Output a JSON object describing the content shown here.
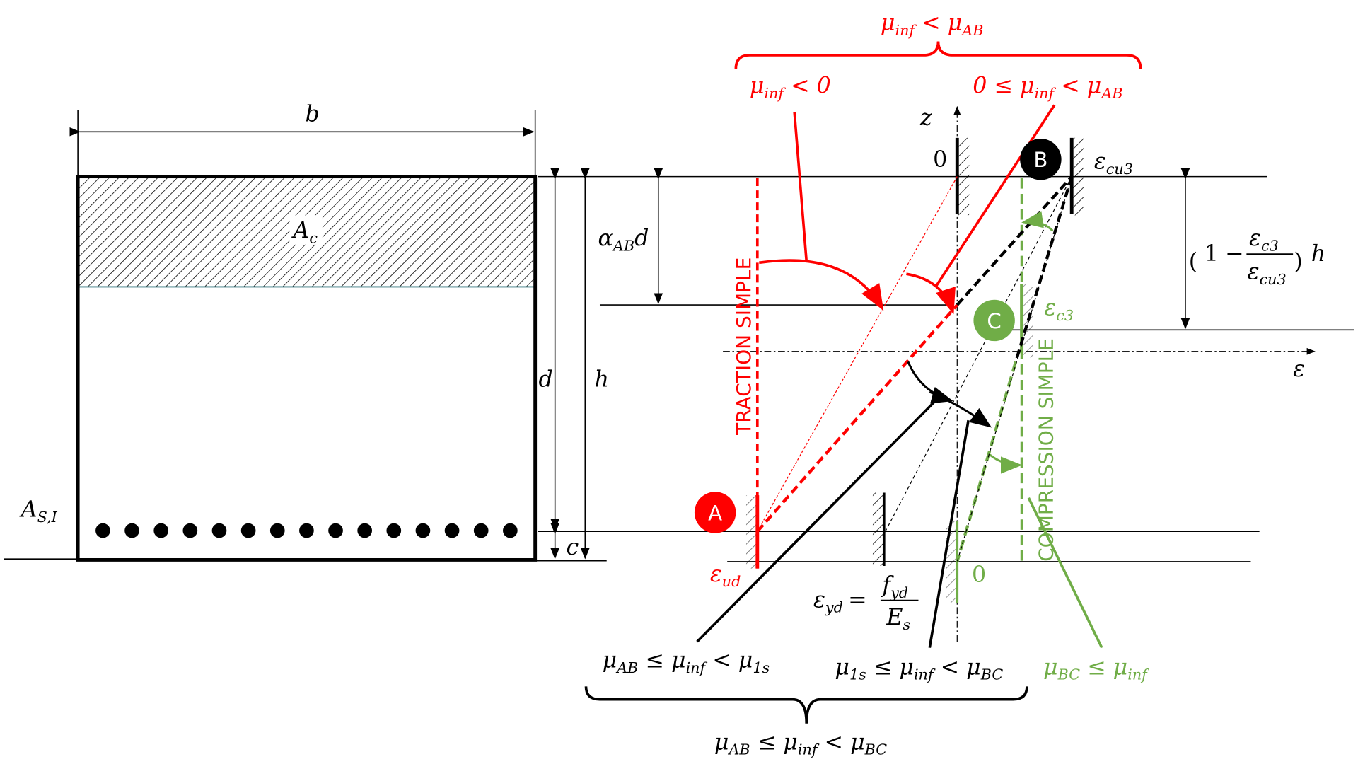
{
  "colors": {
    "red": "#ff0000",
    "green": "#70ad47",
    "black": "#000000"
  },
  "section": {
    "width_label": "b",
    "concrete_area": {
      "main": "A",
      "sub": "c"
    },
    "steel_area": {
      "main": "A",
      "sub": "S,I"
    },
    "effective_depth_label": "d",
    "height_label": "h",
    "cover_label": "c",
    "neutral_axis_depth": {
      "main": "α",
      "sub": "AB",
      "tail": "d"
    },
    "bar_count": 15
  },
  "axes": {
    "z_label": "z",
    "epsilon_label": "ε"
  },
  "pivots": {
    "A": {
      "label": "A",
      "strain": {
        "main": "ε",
        "sub": "ud"
      }
    },
    "B": {
      "label": "B",
      "strain": {
        "main": "ε",
        "sub": "cu3"
      }
    },
    "C": {
      "label": "C",
      "strain": {
        "main": "ε",
        "sub": "c3"
      }
    }
  },
  "supports": {
    "zero_top": "0",
    "zero_bottom": "0"
  },
  "yield_strain": {
    "lhs_main": "ε",
    "lhs_sub": "yd",
    "eq": "=",
    "num_main": "f",
    "num_sub": "yd",
    "den_main": "E",
    "den_sub": "s"
  },
  "c3_offset": {
    "open": "(",
    "one": "1",
    "minus": "−",
    "num_main": "ε",
    "num_sub": "c3",
    "den_main": "ε",
    "den_sub": "cu3",
    "close": ")",
    "tail": "h"
  },
  "zones": {
    "traction": "TRACTION SIMPLE",
    "compression": "COMPRESSION SIMPLE"
  },
  "conditions": {
    "top_brace": [
      "μ",
      "inf",
      " < μ",
      "AB"
    ],
    "neg": [
      "μ",
      "inf",
      " < 0"
    ],
    "pos": [
      "0 ≤ μ",
      "inf",
      " < μ",
      "AB"
    ],
    "ab_1s": [
      "μ",
      "AB",
      " ≤ μ",
      "inf",
      " < μ",
      "1s"
    ],
    "1s_bc": [
      "μ",
      "1s",
      " ≤ μ",
      "inf",
      " < μ",
      "BC"
    ],
    "bc": [
      "μ",
      "BC",
      " ≤ μ",
      "inf"
    ],
    "bottom_brace": [
      "μ",
      "AB",
      " ≤ μ",
      "inf",
      " < μ",
      "BC"
    ]
  }
}
